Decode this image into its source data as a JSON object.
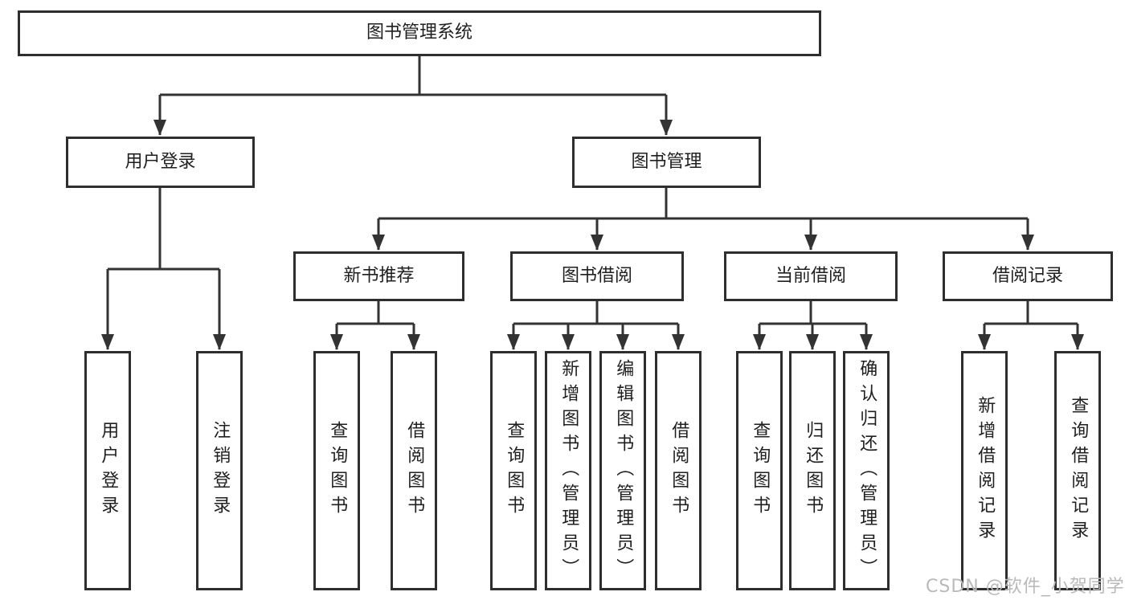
{
  "tree": {
    "label": "图书管理系统",
    "children": [
      {
        "label": "用户登录",
        "children": [
          {
            "label": "用户登录"
          },
          {
            "label": "注销登录"
          }
        ]
      },
      {
        "label": "图书管理",
        "children": [
          {
            "label": "新书推荐",
            "children": [
              {
                "label": "查询图书"
              },
              {
                "label": "借阅图书"
              }
            ]
          },
          {
            "label": "图书借阅",
            "children": [
              {
                "label": "查询图书"
              },
              {
                "label": "新增图书（管理员）"
              },
              {
                "label": "编辑图书（管理员）"
              },
              {
                "label": "借阅图书"
              }
            ]
          },
          {
            "label": "当前借阅",
            "children": [
              {
                "label": "查询图书"
              },
              {
                "label": "归还图书"
              },
              {
                "label": "确认归还（管理员）"
              }
            ]
          },
          {
            "label": "借阅记录",
            "children": [
              {
                "label": "新增借阅记录"
              },
              {
                "label": "查询借阅记录"
              }
            ]
          }
        ]
      }
    ]
  },
  "watermark": {
    "text": "CSDN @软件_小贺同学"
  },
  "colors": {
    "line": "#333333",
    "box_border": "#2e2e2e",
    "text": "#1f1f1f",
    "background": "#ffffff",
    "watermark": "#b9b9b9"
  }
}
